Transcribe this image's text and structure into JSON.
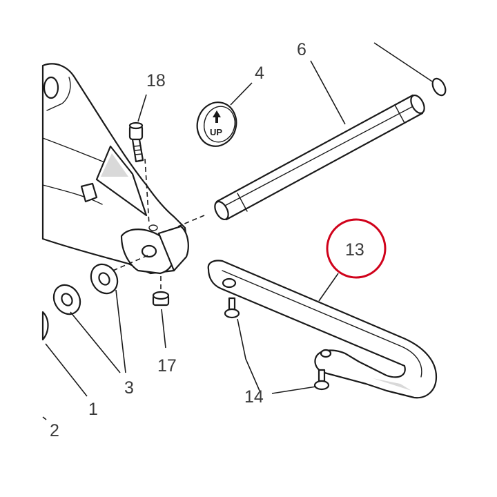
{
  "diagram": {
    "callouts": {
      "c1": "1",
      "c2": "2",
      "c3": "3",
      "c4": "4",
      "c6": "6",
      "c13": "13",
      "c14": "14",
      "c17": "17",
      "c18": "18"
    },
    "cap_marking": "UP",
    "highlight_color": "#d0021b"
  }
}
